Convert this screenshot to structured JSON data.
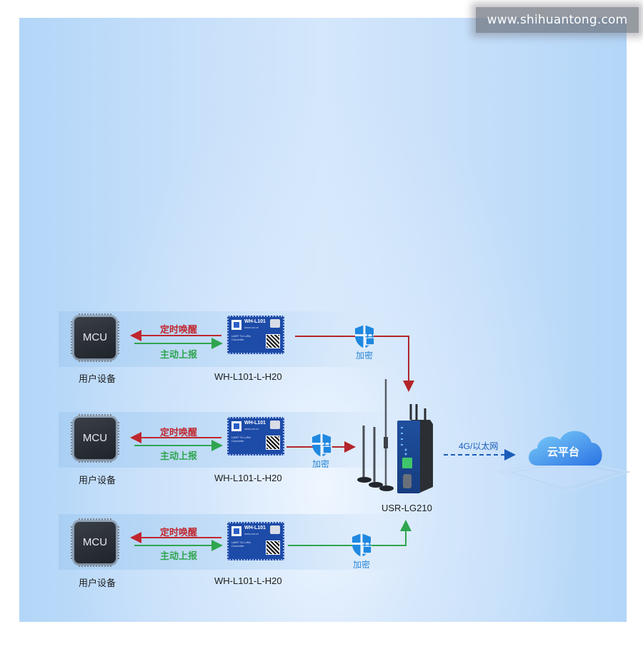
{
  "watermark": "www.shihuantong.com",
  "colors": {
    "wake_arrow": "#c0262d",
    "report_arrow": "#2fa54f",
    "path_red": "#b3242a",
    "path_green": "#2fa54f",
    "shield": "#1f88e0",
    "net_arrow": "#1a5db8",
    "cloud_start": "#6ec6f7",
    "cloud_end": "#2a74e6"
  },
  "rows": [
    {
      "mcu_label": "MCU",
      "device_label": "用户设备",
      "wake_label": "定时唤醒",
      "report_label": "主动上报",
      "module_model": "WH-L101-L-H20",
      "module_name": "WH-L101",
      "module_site": "www.usr.cn",
      "module_desc": "UART To LoRa Converter",
      "encrypt_label": "加密",
      "path_color": "red"
    },
    {
      "mcu_label": "MCU",
      "device_label": "用户设备",
      "wake_label": "定时唤醒",
      "report_label": "主动上报",
      "module_model": "WH-L101-L-H20",
      "module_name": "WH-L101",
      "module_site": "www.usr.cn",
      "module_desc": "UART To LoRa Converter",
      "encrypt_label": "加密",
      "path_color": "red"
    },
    {
      "mcu_label": "MCU",
      "device_label": "用户设备",
      "wake_label": "定时唤醒",
      "report_label": "主动上报",
      "module_model": "WH-L101-L-H20",
      "module_name": "WH-L101",
      "module_site": "www.usr.cn",
      "module_desc": "UART To LoRa Converter",
      "encrypt_label": "加密",
      "path_color": "green"
    }
  ],
  "gateway": {
    "label": "USR-LG210"
  },
  "network": {
    "label": "4G/以太网"
  },
  "cloud": {
    "label": "云平台"
  }
}
